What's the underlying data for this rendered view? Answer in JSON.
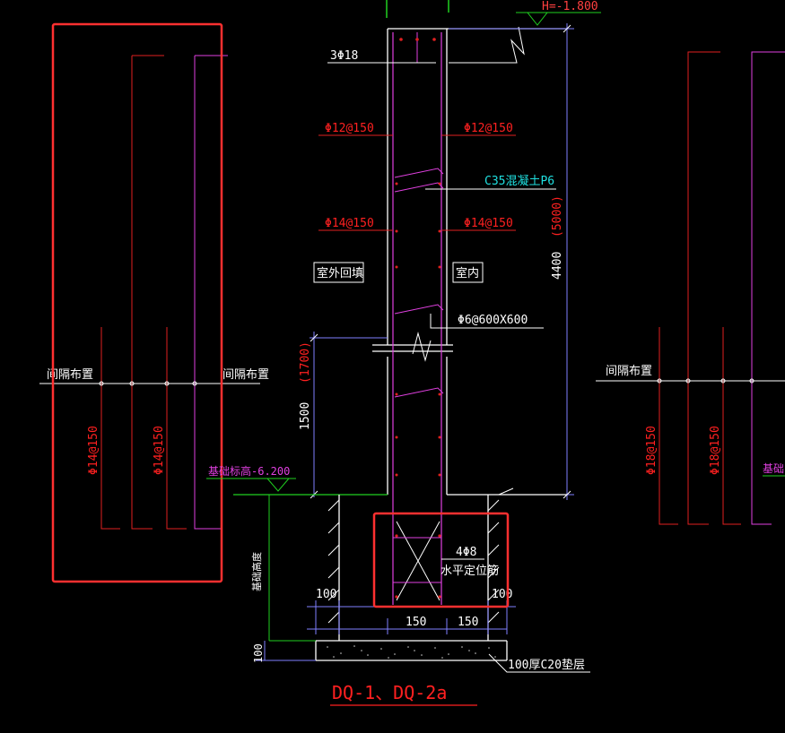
{
  "drawing": {
    "title": "DQ-1、DQ-2a",
    "top_elevation": "H=-1.800",
    "labels": {
      "top_bars": "3Φ18",
      "left_upper_rebar": "Φ12@150",
      "right_upper_rebar": "Φ12@150",
      "concrete_grade": "C35混凝土P6",
      "left_mid_rebar": "Φ14@150",
      "right_mid_rebar": "Φ14@150",
      "outdoor_backfill": "室外回填",
      "indoor": "室内",
      "tie_bars": "Φ6@600X600",
      "wall_height": "4400",
      "wall_height_alt": "(5000)",
      "lower_height": "1500",
      "lower_height_alt": "(1700)",
      "foundation_elevation": "基础标高-6.200",
      "foundation_elevation_right": "基础",
      "foundation_depth": "基础高度",
      "footing_bars": "4Φ8",
      "horizontal_locator": "水平定位筋",
      "offset_left": "100",
      "offset_right": "100",
      "half_width_left": "150",
      "half_width_right": "150",
      "cushion_thickness": "100",
      "cushion_layer": "100厚C20垫层"
    },
    "left_detail": {
      "label_left": "间隔布置",
      "label_right": "间隔布置",
      "rebar_a": "Φ14@150",
      "rebar_b": "Φ14@150"
    },
    "right_detail": {
      "label_left": "间隔布置",
      "rebar_a": "Φ18@150",
      "rebar_b": "Φ18@150"
    },
    "colors": {
      "background": "#000000",
      "outline": "#FFFFFF",
      "rebar_text": "#FF2020",
      "rebar_line": "#E040E0",
      "dim_line": "#8080FF",
      "elev_line": "#20D020",
      "concrete_text": "#20E0E0",
      "highlight": "#FF3030"
    }
  }
}
